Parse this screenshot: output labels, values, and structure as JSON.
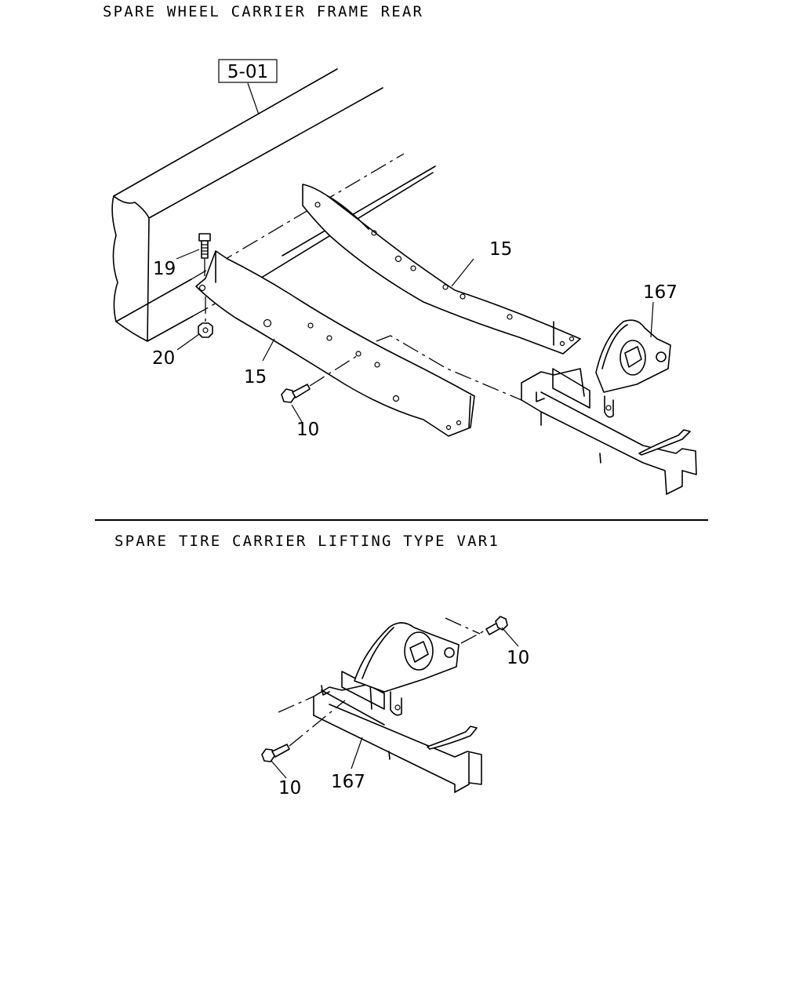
{
  "sections": [
    {
      "title": "SPARE WHEEL CARRIER FRAME REAR"
    },
    {
      "title": "SPARE TIRE CARRIER LIFTING TYPE VAR1"
    }
  ],
  "callouts": {
    "ref_box": "5-01",
    "c19": "19",
    "c20": "20",
    "c15a": "15",
    "c15b": "15",
    "c10a": "10",
    "c167a": "167",
    "c10b": "10",
    "c10c": "10",
    "c167b": "167"
  }
}
